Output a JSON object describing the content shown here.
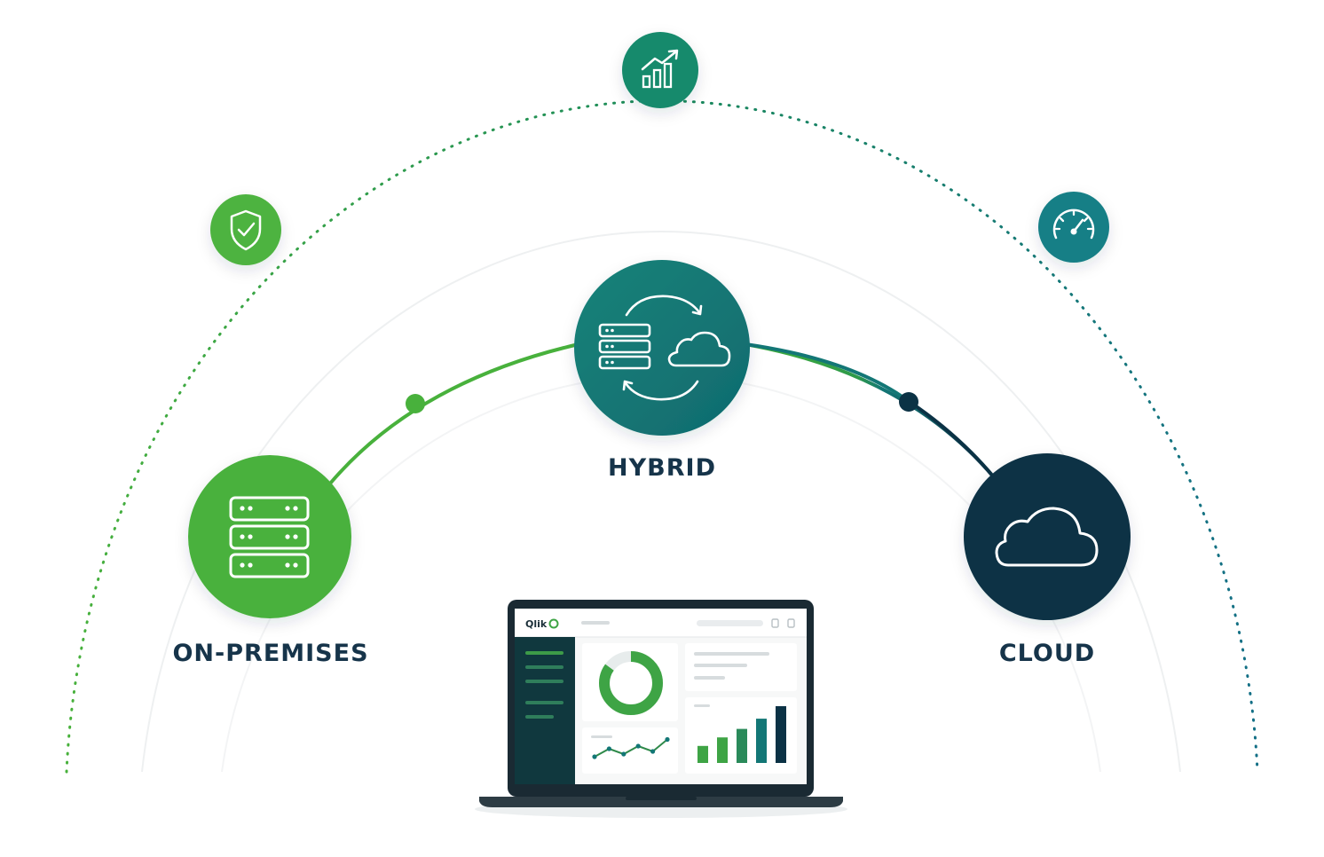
{
  "nodes": {
    "onprem": {
      "label": "ON-PREMISES",
      "icon": "server-stack-icon",
      "color": "#48b13c"
    },
    "hybrid": {
      "label": "HYBRID",
      "icon": "server-cloud-sync-icon",
      "color": "#137776"
    },
    "cloud": {
      "label": "CLOUD",
      "icon": "cloud-icon",
      "color": "#0b3245"
    }
  },
  "satellites": {
    "security": {
      "icon": "shield-check-icon",
      "color": "#4eb33f"
    },
    "growth": {
      "icon": "bar-chart-growth-icon",
      "color": "#168a6c"
    },
    "performance": {
      "icon": "speedometer-icon",
      "color": "#167f86"
    }
  },
  "laptop": {
    "brand": "Qlik",
    "icon": "laptop-dashboard-icon",
    "bar_values": [
      0.3,
      0.45,
      0.6,
      0.78,
      1.0
    ],
    "line_values": [
      0.3,
      0.6,
      0.4,
      0.7,
      0.5,
      0.95
    ],
    "donut_fill": 0.85
  },
  "colors": {
    "green": "#48b13c",
    "teal": "#137776",
    "navy": "#0b3245",
    "text": "#16344a"
  }
}
